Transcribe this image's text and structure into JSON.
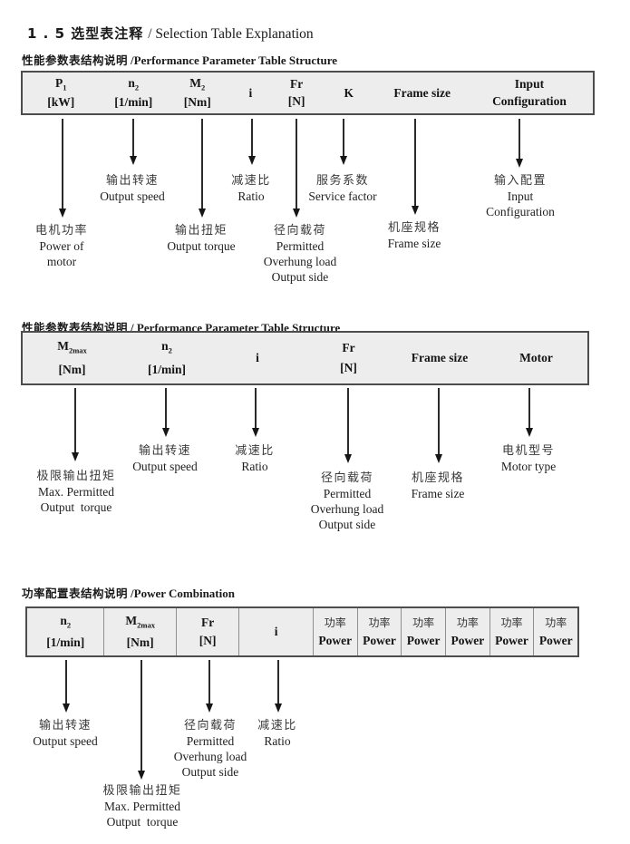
{
  "title": {
    "zh": "1 . 5 选型表注释",
    "en": "/ Selection Table Explanation"
  },
  "sections": [
    {
      "heading": {
        "zh": "性能参数表结构说明",
        "en": "/Performance Parameter Table Structure"
      },
      "table": {
        "cells": [
          {
            "sym": "P",
            "sub": "1",
            "unit": "[kW]"
          },
          {
            "sym": "n",
            "sub": "2",
            "unit": "[1/min]"
          },
          {
            "sym": "M",
            "sub": "2",
            "unit": "[Nm]"
          },
          {
            "sym": "i"
          },
          {
            "sym": "Fr",
            "unit": "[N]"
          },
          {
            "sym": "K"
          },
          {
            "sym": "Frame size"
          },
          {
            "sym": "Input",
            "unit": "Configuration"
          }
        ]
      },
      "labels": [
        {
          "lines": [
            "电机功率",
            "Power of",
            "motor"
          ]
        },
        {
          "lines": [
            "输出转速",
            "Output speed"
          ]
        },
        {
          "lines": [
            "输出扭矩",
            "Output torque"
          ]
        },
        {
          "lines": [
            "减速比",
            "Ratio"
          ]
        },
        {
          "lines": [
            "径向载荷",
            "Permitted",
            "Overhung load",
            "Output side"
          ]
        },
        {
          "lines": [
            "服务系数",
            "Service factor"
          ]
        },
        {
          "lines": [
            "机座规格",
            "Frame size"
          ]
        },
        {
          "lines": [
            "输入配置",
            "Input",
            "Configuration"
          ]
        }
      ]
    },
    {
      "heading": {
        "zh": "性能参数表结构说明",
        "en": "/ Performance Parameter Table Structure"
      },
      "table": {
        "cells": [
          {
            "sym": "M",
            "sub": "2max",
            "unit": "[Nm]"
          },
          {
            "sym": "n",
            "sub": "2",
            "unit": "[1/min]"
          },
          {
            "sym": "i"
          },
          {
            "sym": "Fr",
            "unit": "[N]"
          },
          {
            "sym": "Frame size"
          },
          {
            "sym": "Motor"
          }
        ]
      },
      "labels": [
        {
          "lines": [
            "极限输出扭矩",
            "Max. Permitted",
            "Output  torque"
          ]
        },
        {
          "lines": [
            "输出转速",
            "Output speed"
          ]
        },
        {
          "lines": [
            "减速比",
            "Ratio"
          ]
        },
        {
          "lines": [
            "径向载荷",
            "Permitted",
            "Overhung load",
            "Output side"
          ]
        },
        {
          "lines": [
            "机座规格",
            "Frame size"
          ]
        },
        {
          "lines": [
            "电机型号",
            "Motor type"
          ]
        }
      ]
    },
    {
      "heading": {
        "zh": "功率配置表结构说明",
        "en": "/Power Combination"
      },
      "table": {
        "cells": [
          {
            "sym": "n",
            "sub": "2",
            "unit": "[1/min]"
          },
          {
            "sym": "M",
            "sub": "2max",
            "unit": "[Nm]"
          },
          {
            "sym": "Fr",
            "unit": "[N]"
          },
          {
            "sym": "i"
          },
          {
            "sym": "功率",
            "unit": "Power"
          },
          {
            "sym": "功率",
            "unit": "Power"
          },
          {
            "sym": "功率",
            "unit": "Power"
          },
          {
            "sym": "功率",
            "unit": "Power"
          },
          {
            "sym": "功率",
            "unit": "Power"
          },
          {
            "sym": "功率",
            "unit": "Power"
          }
        ]
      },
      "labels": [
        {
          "lines": [
            "输出转速",
            "Output speed"
          ]
        },
        {
          "lines": [
            "极限输出扭矩",
            "Max. Permitted",
            "Output  torque"
          ]
        },
        {
          "lines": [
            "径向载荷",
            "Permitted",
            "Overhung load",
            "Output side"
          ]
        },
        {
          "lines": [
            "减速比",
            "Ratio"
          ]
        }
      ]
    }
  ]
}
